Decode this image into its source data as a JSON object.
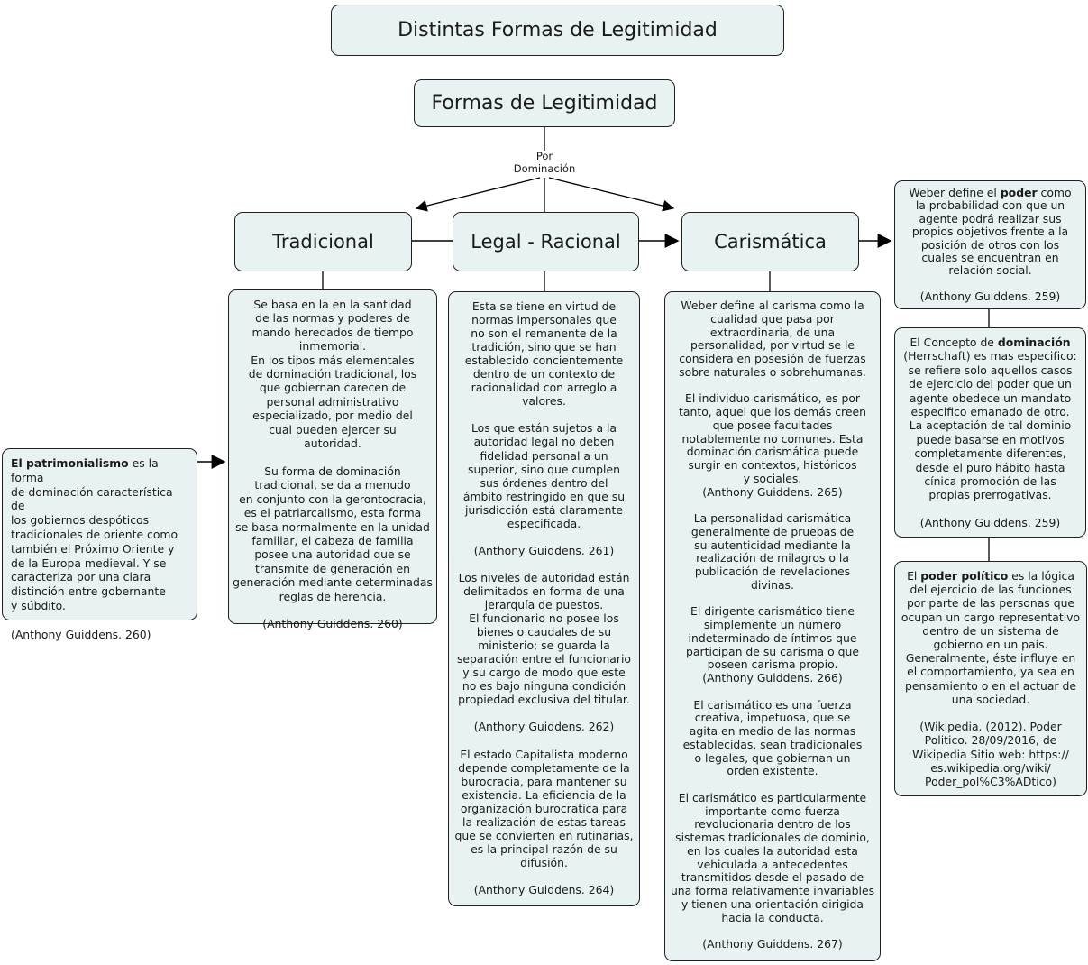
{
  "title": "Distintas Formas de Legitimidad",
  "root_node": "Formas de Legitimidad",
  "link_label": "Por\nDominación",
  "branches": {
    "tradicional": "Tradicional",
    "legal": "Legal - Racional",
    "carismatica": "Carismática"
  },
  "notes": {
    "patrimonialismo": {
      "bold": "El patrimonialismo",
      "rest": " es la forma\nde dominación característica de\nlos gobiernos despóticos\ntradicionales de oriente como\ntambién el Próximo Oriente y\nde la Europa medieval. Y se\ncaracteriza por una clara\ndistinción entre gobernante\ny súbdito.\n\n(Anthony Guiddens. 260)"
    },
    "tradicional": "Se basa en la en la santidad\nde las normas y poderes de\nmando heredados de tiempo\ninmemorial.\nEn los tipos más elementales\nde dominación tradicional, los\nque gobiernan carecen de\npersonal administrativo\nespecializado, por medio del\ncual pueden ejercer su\nautoridad.\n\nSu forma de dominación\ntradicional, se da a menudo\nen conjunto con la gerontocracia,\nes el patriarcalismo, esta forma\nse basa normalmente en la unidad\nfamiliar,  el cabeza de familia\nposee una autoridad que se\ntransmite de generación en\ngeneración mediante determinadas\nreglas de herencia.\n\n(Anthony Guiddens. 260)",
    "legal": "Esta se tiene en virtud de\nnormas impersonales que\nno son el remanente de la\ntradición, sino que se han\nestablecido concientemente\ndentro de un contexto de\nracionalidad con arreglo a\nvalores.\n\nLos que están sujetos a la\nautoridad legal no deben\nfidelidad personal a un\nsuperior, sino que cumplen\nsus órdenes dentro del\námbito restringido en que su\njurisdicción está claramente\nespecificada.\n\n(Anthony Guiddens. 261)\n\nLos niveles de autoridad están\ndelimitados en forma de una\njerarquía de puestos.\nEl funcionario no posee los\nbienes o caudales de su\nministerio; se guarda la\nseparación entre el funcionario\ny su cargo de modo que este\nno es bajo ninguna condición\npropiedad exclusiva del titular.\n\n(Anthony Guiddens. 262)\n\nEl estado Capitalista moderno\ndepende completamente de la\nburocracia, para mantener su\nexistencia. La eficiencia de la\norganización burocratica para\nla realización de estas tareas\nque se convierten en rutinarias,\nes la principal razón de su\ndifusión.\n\n(Anthony Guiddens. 264)",
    "carismatica": "Weber define al carisma como la\ncualidad que pasa por\nextraordinaria, de una\npersonalidad, por virtud se le\nconsidera en posesión de fuerzas\nsobre naturales o sobrehumanas.\n\nEl individuo carismático, es por\ntanto, aquel que los demás creen\nque posee facultades\nnotablemente no comunes. Esta\ndominación carismática puede\nsurgir en contextos, históricos\ny sociales.\n(Anthony Guiddens. 265)\n\nLa personalidad carismática\ngeneralmente de pruebas de\nsu autenticidad mediante la\nrealización de milagros o la\npublicación de revelaciones\ndivinas.\n\nEl dirigente carismático tiene\nsimplemente un número\nindeterminado de íntimos que\nparticipan de su carisma o que\nposeen carisma propio.\n(Anthony Guiddens. 266)\n\nEl carismático es una fuerza\ncreativa, impetuosa, que se\nagita en medio de las normas\nestablecidas, sean tradicionales\no legales, que gobiernan un\norden existente.\n\nEl carismático es particularmente\nimportante como fuerza\nrevolucionaria dentro de los\nsistemas tradicionales de dominio,\nen los cuales la autoridad esta\nvehiculada a antecedentes\ntransmitidos desde el pasado de\nuna forma relativamente invariables\ny tienen una orientación dirigida\nhacia la conducta.\n\n(Anthony Guiddens. 267)",
    "poder": {
      "prefix": "Weber define el ",
      "bold": "poder",
      "rest": " como\nla probabilidad con que un\nagente podrá realizar sus\npropios objetivos frente a la\nposición de otros con los\ncuales se encuentran en\nrelación social.\n\n(Anthony Guiddens. 259)"
    },
    "dominacion": {
      "prefix": "El Concepto de ",
      "bold": "dominación",
      "rest": "\n(Herrschaft) es mas especifico:\nse refiere solo aquellos casos\nde ejercicio del poder que un\nagente obedece un mandato\nespecifico emanado de otro.\nLa aceptación de tal dominio\npuede basarse en motivos\ncompletamente diferentes,\ndesde el puro hábito hasta\ncínica promoción de las\npropias prerrogativas.\n\n(Anthony Guiddens. 259)"
    },
    "poder_politico": {
      "prefix": "El ",
      "bold": "poder político",
      "rest": " es la lógica\ndel ejercicio de las funciones\npor parte de las personas que\nocupan un cargo representativo\ndentro de un sistema de\ngobierno en un país.\nGeneralmente, éste influye en\nel comportamiento, ya sea en\npensamiento o en el actuar de\nuna sociedad.\n\n(Wikipedia. (2012). Poder\nPolitico. 28/09/2016, de\nWikipedia Sitio web: https://\nes.wikipedia.org/wiki/\nPoder_pol%C3%ADtico)"
    }
  },
  "colors": {
    "node_fill": "#e9f2f3",
    "node_border": "#212121",
    "text": "#1a1a1a",
    "connector": "#000000"
  }
}
